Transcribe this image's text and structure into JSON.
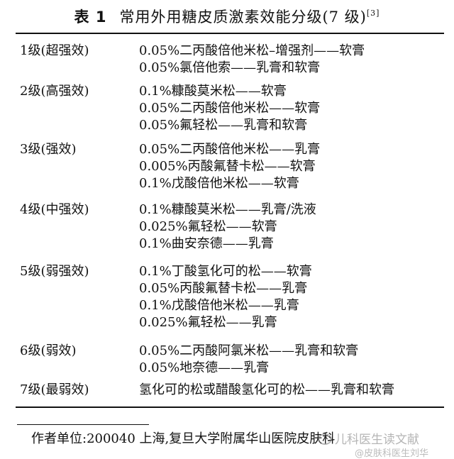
{
  "table": {
    "label": "表 1",
    "title": "常用外用糖皮质激素效能分级(7 级)",
    "ref": "[3]",
    "grades": [
      {
        "name": "1级(超强效)",
        "items": [
          "0.05%二丙酸倍他米松–增强剂——软膏",
          "0.05%氯倍他索——乳膏和软膏"
        ]
      },
      {
        "name": "2级(高强效)",
        "items": [
          "0.1%糠酸莫米松——软膏",
          "0.05%二丙酸倍他米松——软膏",
          "0.05%氟轻松——乳膏和软膏"
        ]
      },
      {
        "name": "3级(强效)",
        "items": [
          "0.05%二丙酸倍他米松——乳膏",
          "0.005%丙酸氟替卡松——软膏",
          "0.1%戊酸倍他米松——软膏"
        ]
      },
      {
        "name": "4级(中强效)",
        "items": [
          "0.1%糠酸莫米松——乳膏/洗液",
          "0.025%氟轻松——软膏",
          "0.1%曲安奈德——乳膏"
        ]
      },
      {
        "name": "5级(弱强效)",
        "items": [
          "0.1%丁酸氢化可的松——软膏",
          "0.05%丙酸氟替卡松——乳膏",
          "0.1%戊酸倍他米松——乳膏",
          "0.025%氟轻松——乳膏"
        ]
      },
      {
        "name": "6级(弱效)",
        "items": [
          "0.05%二丙酸阿氯米松——乳膏和软膏",
          "0.05%地奈德——乳膏"
        ]
      },
      {
        "name": "7级(最弱效)",
        "items": [
          "氢化可的松或醋酸氢化可的松——乳膏和软膏"
        ]
      }
    ]
  },
  "footer": {
    "text": "作者单位:200040 上海,复旦大学附属华山医院皮肤科"
  },
  "watermark": {
    "line1": "儿科医生读文献",
    "line2": "@皮肤科医生刘华"
  }
}
